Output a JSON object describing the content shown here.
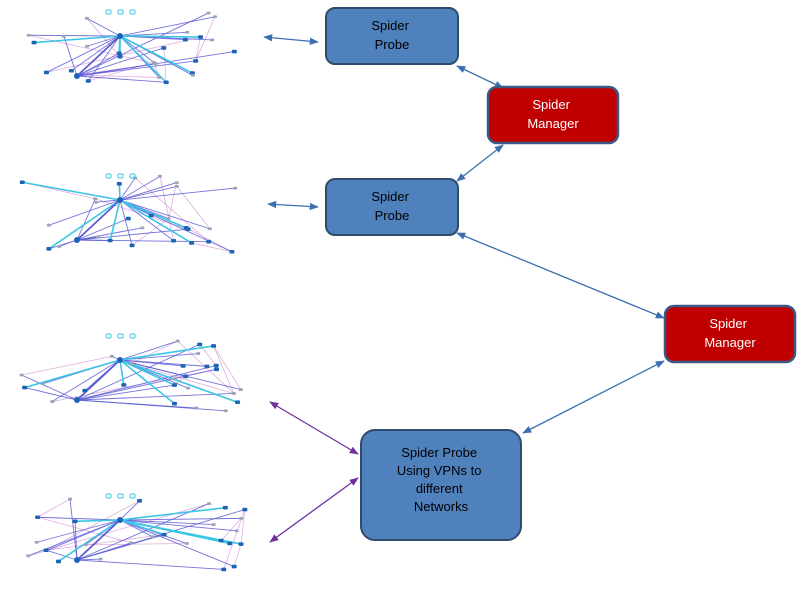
{
  "colors": {
    "probe_fill": "#4f81bd",
    "probe_stroke": "#2f4b6e",
    "manager_fill": "#c00000",
    "manager_stroke": "#3a5a85",
    "arrow_blue": "#3d6fb0",
    "arrow_purple": "#7030a0",
    "net_blue": "#5b5bd6",
    "net_cyan": "#3cc6e6",
    "net_pink": "#d89ad8",
    "net_node": "#1e64b4"
  },
  "nodes": {
    "probe_1": {
      "type": "probe",
      "lines": [
        "Spider",
        "Probe"
      ]
    },
    "probe_2": {
      "type": "probe",
      "lines": [
        "Spider",
        "Probe"
      ]
    },
    "probe_vpn": {
      "type": "probe",
      "lines": [
        "Spider Probe",
        "Using VPNs to",
        "different",
        "Networks"
      ]
    },
    "manager_1": {
      "type": "manager",
      "lines": [
        "Spider",
        "Manager"
      ]
    },
    "manager_2": {
      "type": "manager",
      "lines": [
        "Spider",
        "Manager"
      ]
    }
  },
  "networks": [
    {
      "name": "network-graph-1"
    },
    {
      "name": "network-graph-2"
    },
    {
      "name": "network-graph-3"
    },
    {
      "name": "network-graph-4"
    }
  ],
  "connections": [
    {
      "from": "network-graph-1",
      "to": "probe_1",
      "color": "blue"
    },
    {
      "from": "probe_1",
      "to": "manager_1",
      "color": "blue"
    },
    {
      "from": "manager_1",
      "to": "probe_2",
      "color": "blue"
    },
    {
      "from": "network-graph-2",
      "to": "probe_2",
      "color": "blue"
    },
    {
      "from": "probe_2",
      "to": "manager_2",
      "color": "blue"
    },
    {
      "from": "manager_2",
      "to": "probe_vpn",
      "color": "blue"
    },
    {
      "from": "network-graph-3",
      "to": "probe_vpn",
      "color": "purple"
    },
    {
      "from": "network-graph-4",
      "to": "probe_vpn",
      "color": "purple"
    }
  ]
}
